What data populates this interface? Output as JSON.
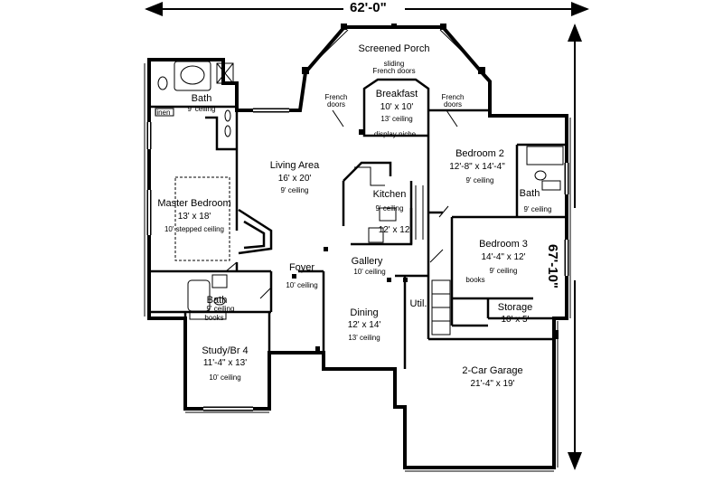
{
  "dimensions": {
    "width": "62'-0\"",
    "depth": "67'-10\""
  },
  "rooms": {
    "screened_porch": {
      "name": "Screened Porch"
    },
    "sliding_doors": {
      "text": "sliding\nFrench doors"
    },
    "breakfast": {
      "name": "Breakfast",
      "size": "10' x 10'",
      "ceiling": "13' ceiling"
    },
    "display_niche": {
      "text": "display niche"
    },
    "french_doors_left": {
      "text": "French\ndoors"
    },
    "french_doors_right": {
      "text": "French\ndoors"
    },
    "bath_master": {
      "name": "Bath",
      "ceiling": "9' ceiling"
    },
    "linen": {
      "text": "linen"
    },
    "master_bedroom": {
      "name": "Master Bedroom",
      "size": "13' x 18'",
      "ceiling": "10' stepped ceiling"
    },
    "living_area": {
      "name": "Living Area",
      "size": "16' x 20'",
      "ceiling": "9' ceiling"
    },
    "kitchen": {
      "name": "Kitchen",
      "ceiling": "9' ceiling",
      "size": "12' x 12'"
    },
    "bedroom2": {
      "name": "Bedroom 2",
      "size": "12'-8\" x 14'-4\"",
      "ceiling": "9' ceiling"
    },
    "bath2": {
      "name": "Bath",
      "ceiling": "9' ceiling"
    },
    "bedroom3": {
      "name": "Bedroom 3",
      "size": "14'-4\" x 12'",
      "ceiling": "9' ceiling"
    },
    "books_b3": {
      "text": "books"
    },
    "foyer": {
      "name": "Foyer",
      "ceiling": "10' ceiling"
    },
    "gallery": {
      "name": "Gallery",
      "ceiling": "10' ceiling"
    },
    "bath3": {
      "name": "Bath",
      "ceiling": "9' ceiling"
    },
    "books_study": {
      "text": "books"
    },
    "dining": {
      "name": "Dining",
      "size": "12' x 14'",
      "ceiling": "13' ceiling"
    },
    "util": {
      "name": "Util."
    },
    "storage": {
      "name": "Storage",
      "size": "10' x 5'"
    },
    "study": {
      "name": "Study/Br 4",
      "size": "11'-4\" x 13'",
      "ceiling": "10' ceiling"
    },
    "garage": {
      "name": "2-Car Garage",
      "size": "21'-4\" x 19'"
    }
  }
}
